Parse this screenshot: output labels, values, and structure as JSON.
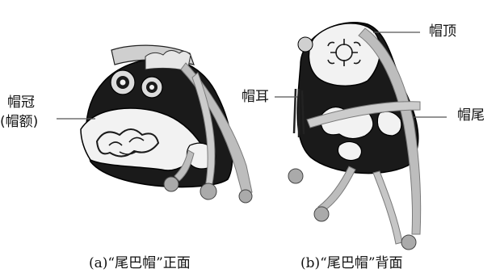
{
  "labels": {
    "crown_line1": "帽冠",
    "crown_line2": "(帽额)",
    "ear": "帽耳",
    "top": "帽顶",
    "tail": "帽尾"
  },
  "captions": {
    "front": "(a)“尾巴帽”正面",
    "back": "(b)“尾巴帽”背面"
  },
  "colors": {
    "hat_body": "#1a1a1a",
    "pattern": "#f2f2f2",
    "ribbon": "#bdbdbd",
    "ribbon_edge": "#7a7a7a",
    "leader_line": "#555555"
  }
}
